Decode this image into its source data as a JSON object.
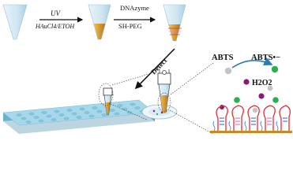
{
  "figure": {
    "step1_reagent_top": "UV",
    "step1_reagent_bottom": "HAuCl4/ETOH",
    "step2_reagent_top": "DNAzyme",
    "step2_reagent_bottom": "SH-PEG",
    "detect_label": "Detect",
    "substrate_label": "ABTS",
    "product_label": "ABTS•−",
    "oxidant_label": "H2O2"
  },
  "colors": {
    "tip_blue": "#cfe6f2",
    "tip_gold": "#c98a22",
    "plate_top": "#8fcbe0",
    "plate_side": "#4f9fbf",
    "plate_well": "#7bbfd6",
    "arrow_blue": "#2a7ab5",
    "dot_purple": "#8a1a73",
    "dot_green": "#2fae4d",
    "dot_grey": "#bdbdbd",
    "dna_red": "#d6323a",
    "dna_pink": "#e27ad0",
    "dna_blue": "#4f7fd6"
  }
}
